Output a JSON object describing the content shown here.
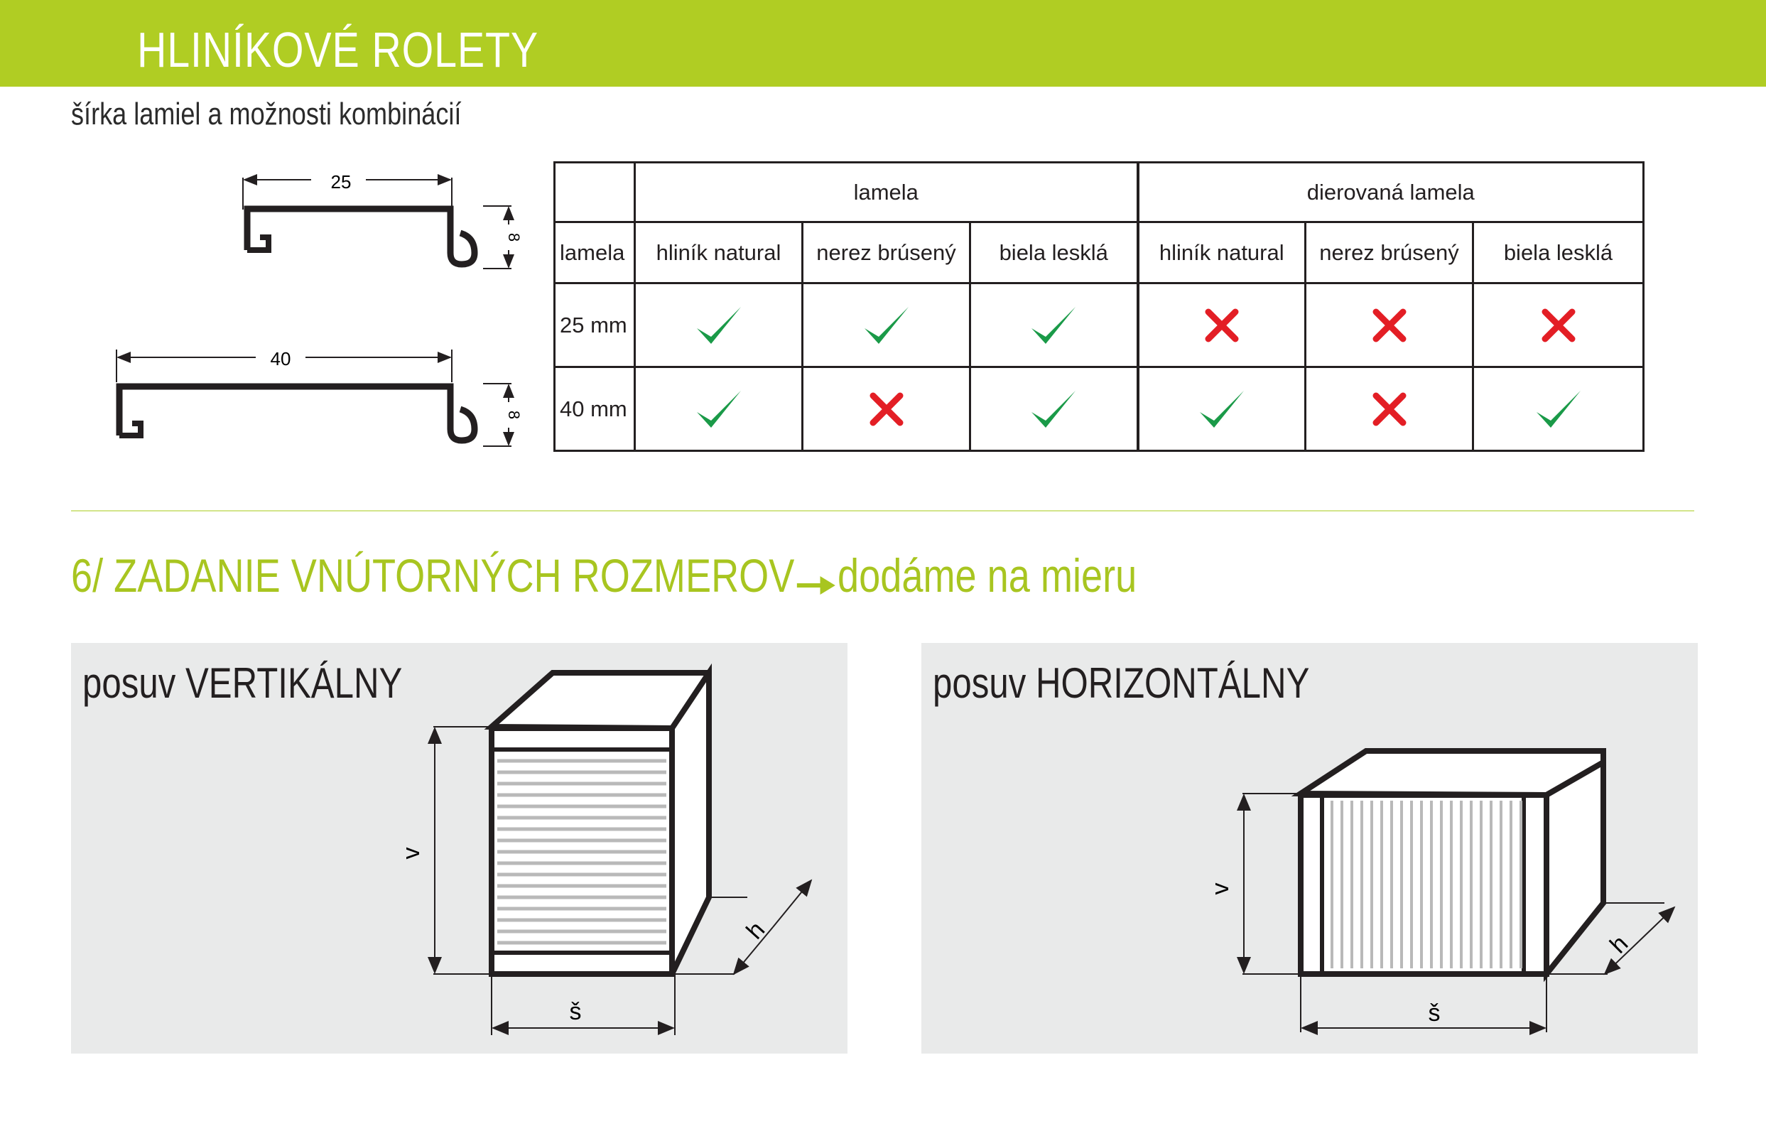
{
  "header": {
    "title": "HLINÍKOVÉ ROLETY",
    "subtitle": "šírka lamiel a možnosti kombinácií"
  },
  "profiles": {
    "top": {
      "width_label": "25",
      "height_label": "8"
    },
    "bottom": {
      "width_label": "40",
      "height_label": "8"
    }
  },
  "table": {
    "group_headers": [
      "lamela",
      "dierovaná lamela"
    ],
    "corner_label": "lamela",
    "columns": [
      "hliník natural",
      "nerez brúsený",
      "biela lesklá",
      "hliník natural",
      "nerez brúsený",
      "biela lesklá"
    ],
    "rows": [
      {
        "label": "25 mm",
        "values": [
          true,
          true,
          true,
          false,
          false,
          false
        ]
      },
      {
        "label": "40 mm",
        "values": [
          true,
          false,
          true,
          true,
          false,
          true
        ]
      }
    ],
    "colors": {
      "yes": "#1a9a48",
      "no": "#e31e25"
    }
  },
  "section": {
    "title_part1": "6/ ZADANIE VNÚTORNÝCH ROZMEROV",
    "title_part2": "dodáme na mieru"
  },
  "panels": {
    "vertical": {
      "title": "posuv VERTIKÁLNY",
      "label_v": "v",
      "label_s": "š",
      "label_h": "h"
    },
    "horizontal": {
      "title": "posuv HORIZONTÁLNY",
      "label_v": "v",
      "label_s": "š",
      "label_h": "h"
    }
  },
  "colors": {
    "brand_green": "#b0cd23",
    "panel_bg": "#e9eaea"
  }
}
